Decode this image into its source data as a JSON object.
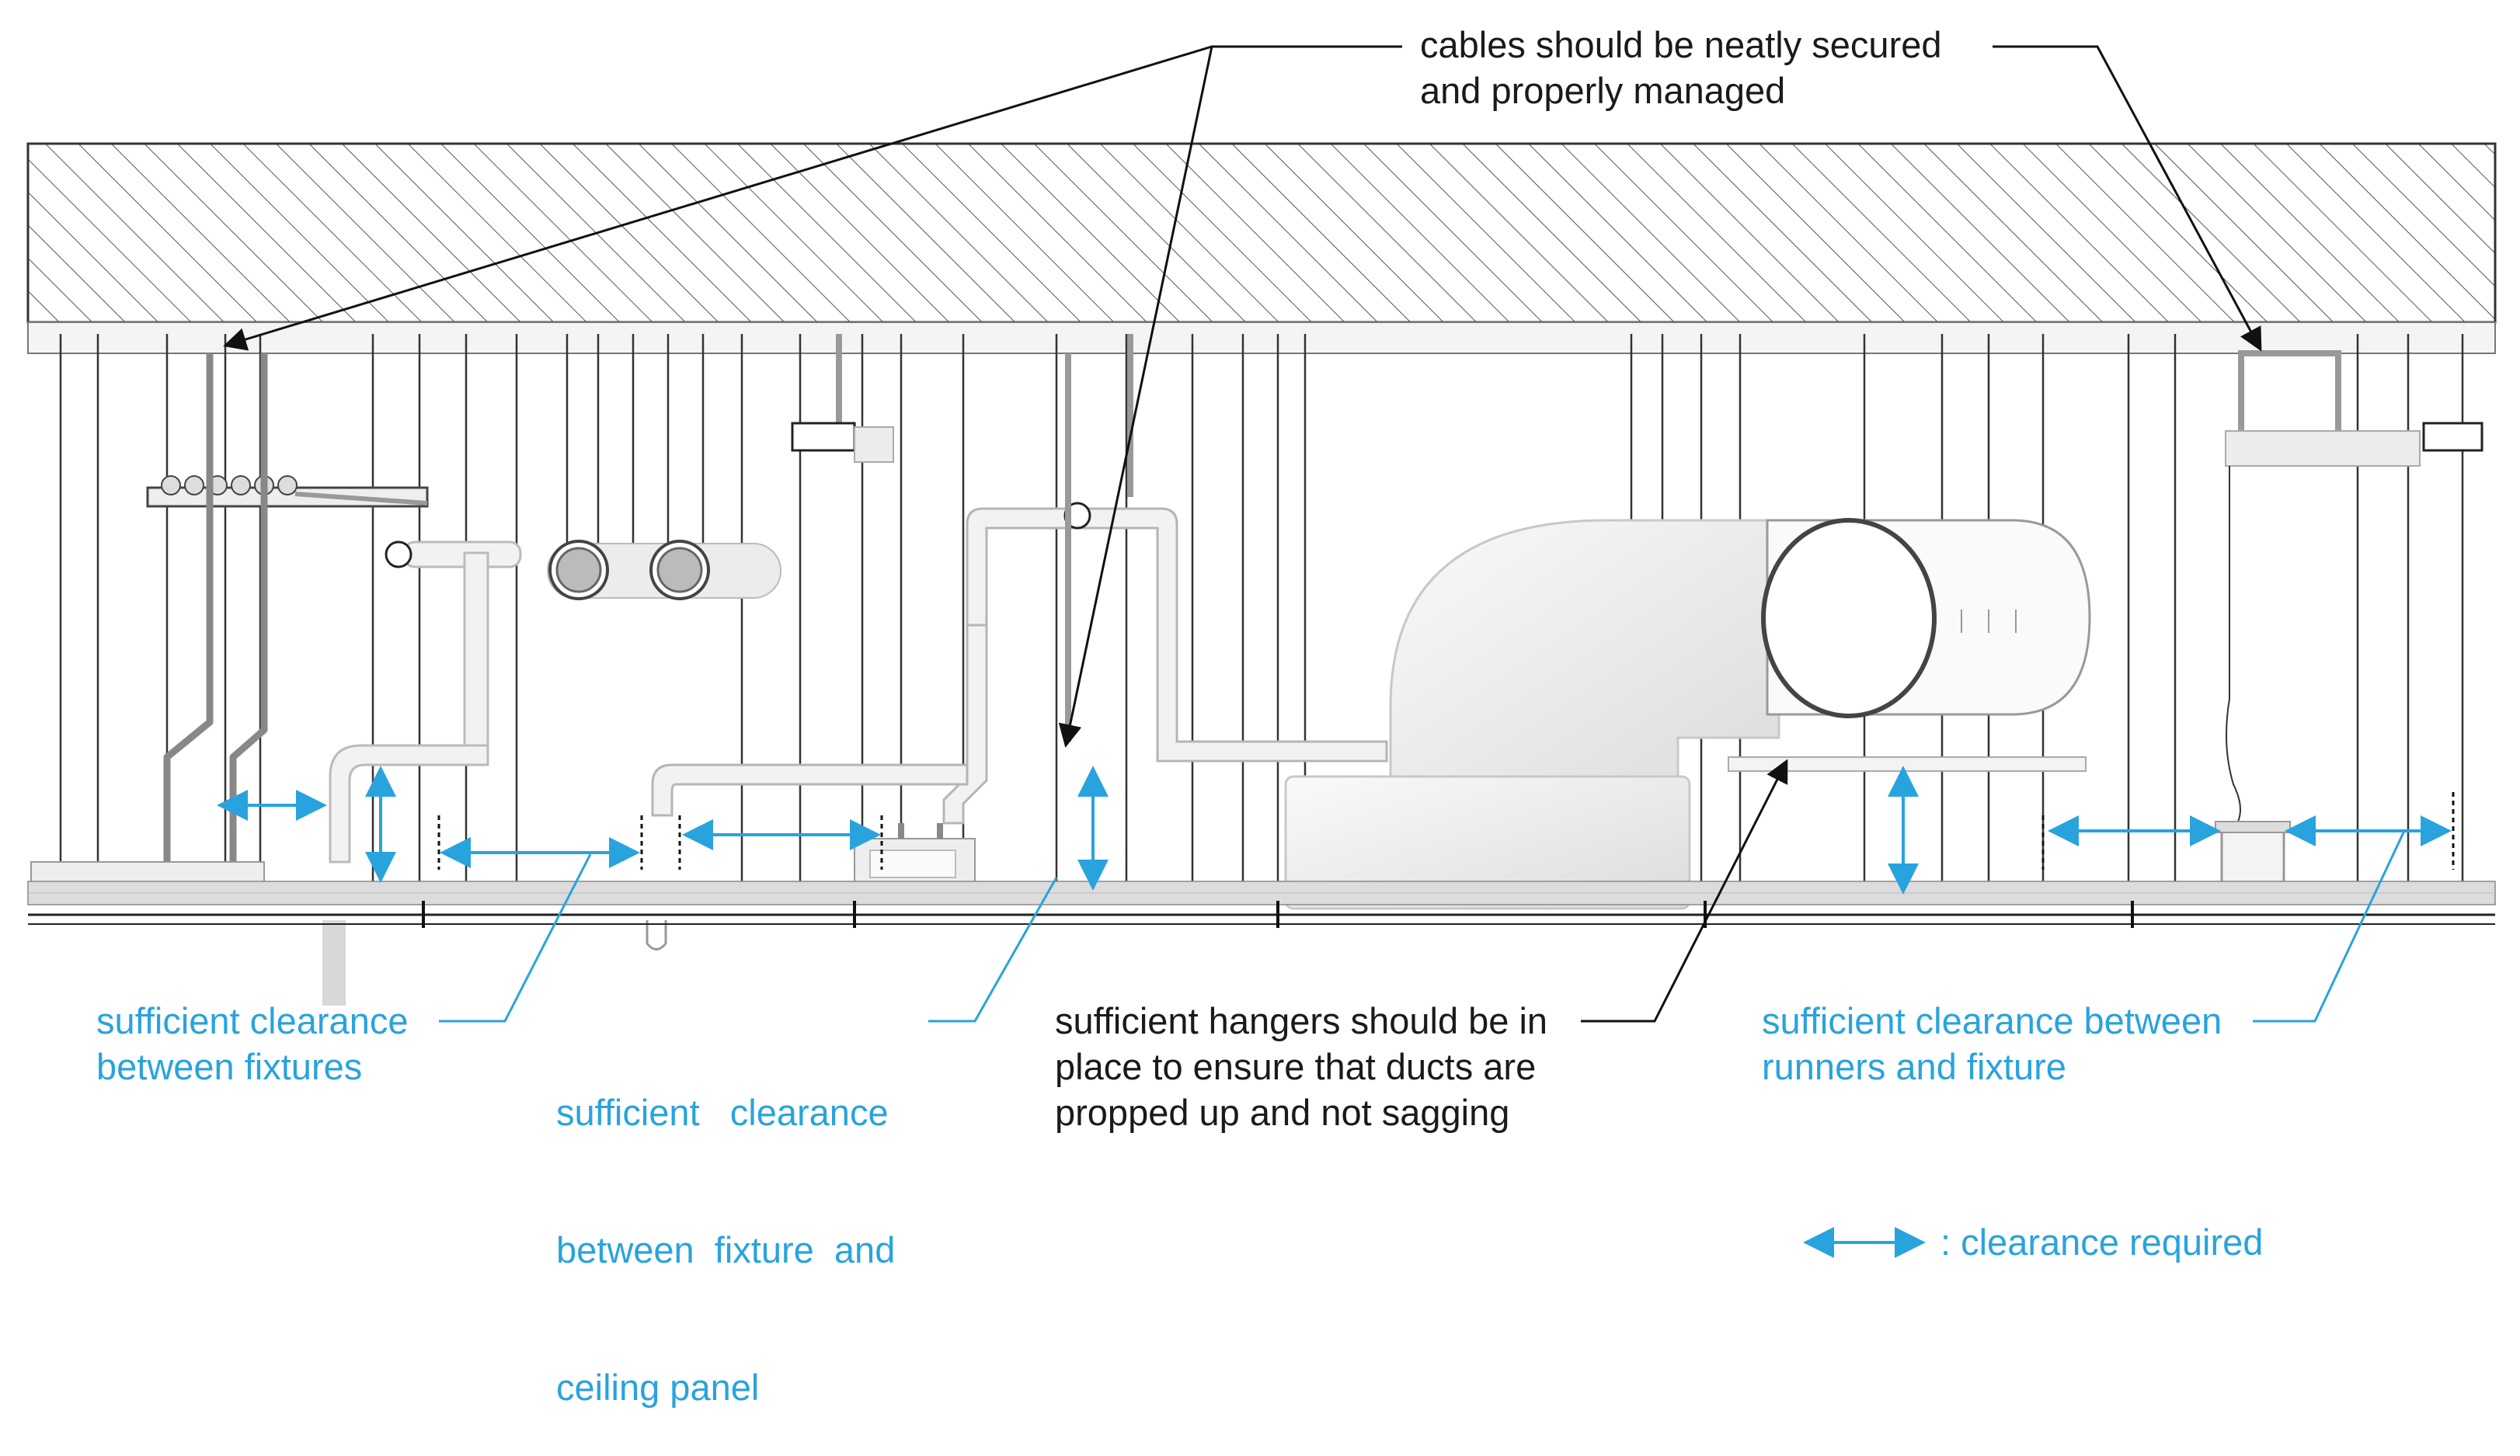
{
  "annotations": {
    "cables": [
      "cables should be neatly secured",
      "and properly managed"
    ],
    "clearance_fixtures": [
      "sufficient clearance",
      "between fixtures"
    ],
    "clearance_ceiling": [
      "sufficient   clearance",
      "between  fixture  and",
      "ceiling panel"
    ],
    "hangers": [
      "sufficient hangers should be in",
      "place to ensure that ducts are",
      "propped up and not sagging"
    ],
    "clearance_runners": [
      "sufficient clearance between",
      "runners and fixture"
    ]
  },
  "legend": {
    "text": ": clearance required"
  },
  "colors": {
    "accent": "#29a3dd",
    "ink": "#1a1a1a",
    "hatch": "#555555",
    "fixture_fill": "#f1f1f1"
  }
}
